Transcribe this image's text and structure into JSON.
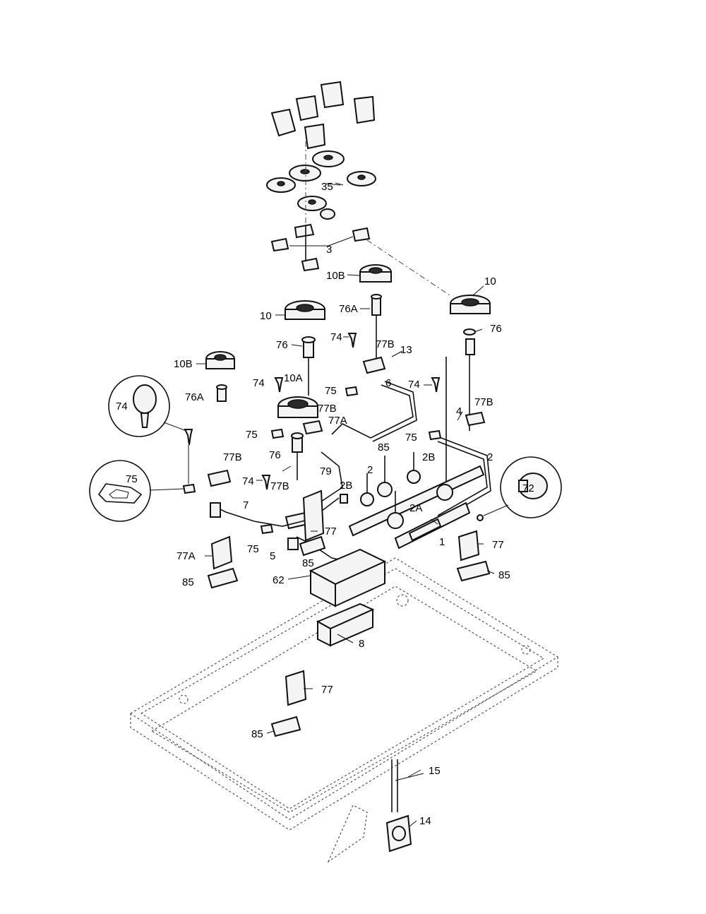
{
  "callouts": {
    "c35": "35",
    "c3": "3",
    "c10B_top": "10B",
    "c10_right": "10",
    "c76A_top": "76A",
    "c10_left": "10",
    "c76_right": "76",
    "c74_a": "74",
    "c77B_a": "77B",
    "c13": "13",
    "c76_left": "76",
    "c10B_left": "10B",
    "c74_b": "74",
    "c10A": "10A",
    "c75_a": "75",
    "c6": "6",
    "c74_c": "74",
    "c74_circle": "74",
    "c76A_left": "76A",
    "c77B_b": "77B",
    "c77A_a": "77A",
    "c4": "4",
    "c77B_c": "77B",
    "c75_b": "75",
    "c75_c": "75",
    "c85_a": "85",
    "c2B_a": "2B",
    "c76_mid": "76",
    "c77B_d": "77B",
    "c79": "79",
    "c2_a": "2",
    "c2_b": "2",
    "c72": "72",
    "c75_circle": "75",
    "c74_d": "74",
    "c77B_e": "77B",
    "c2B_b": "2B",
    "c7": "7",
    "c2A": "2A",
    "c77_a": "77",
    "c1": "1",
    "c77_b": "77",
    "c75_d": "75",
    "c77A_b": "77A",
    "c5": "5",
    "c85_b": "85",
    "c85_c": "85",
    "c62": "62",
    "c85_d": "85",
    "c8": "8",
    "c77_c": "77",
    "c85_e": "85",
    "c15": "15",
    "c14": "14"
  }
}
